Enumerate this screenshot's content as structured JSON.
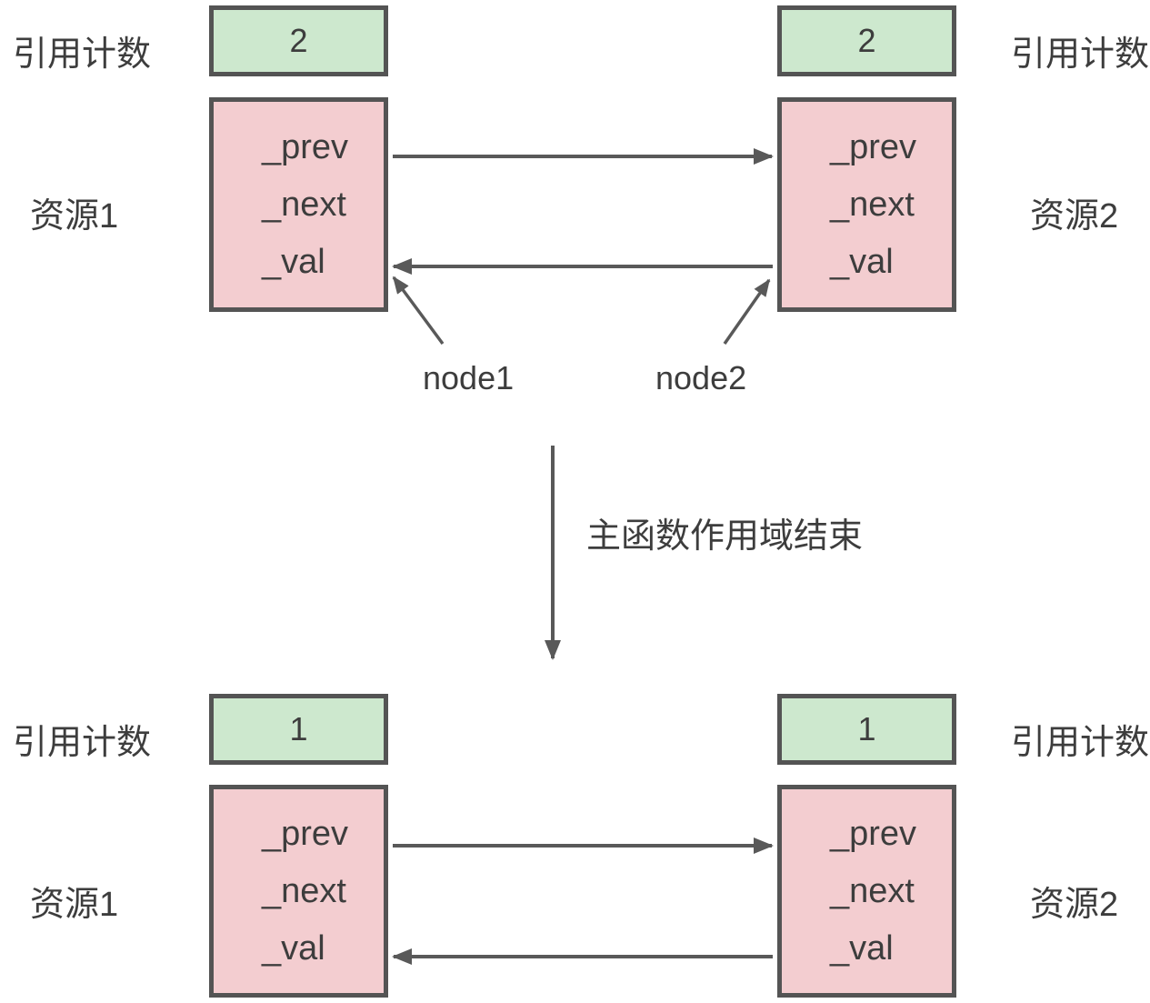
{
  "labels": {
    "ref_count": "引用计数",
    "resource_1": "资源1",
    "resource_2": "资源2",
    "node_1": "node1",
    "node_2": "node2",
    "transition": "主函数作用域结束"
  },
  "node_fields": [
    "_prev",
    "_next",
    "_val"
  ],
  "top_state": {
    "left_ref_count": "2",
    "right_ref_count": "2"
  },
  "bottom_state": {
    "left_ref_count": "1",
    "right_ref_count": "1"
  },
  "colors": {
    "ref_fill": "#cde8ce",
    "node_fill": "#f3cdd0",
    "border": "#545454",
    "line": "#595959",
    "text": "#3d3d3d"
  }
}
